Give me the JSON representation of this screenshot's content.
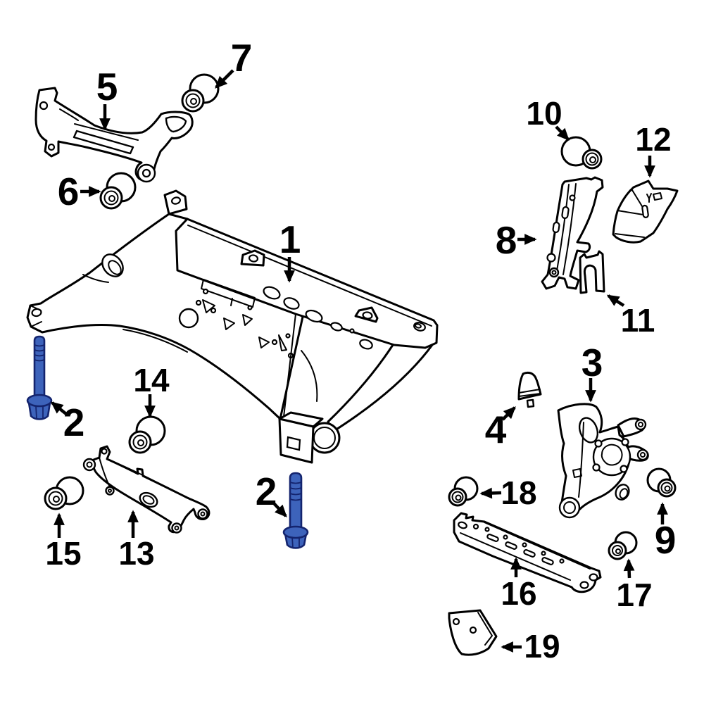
{
  "diagram": {
    "type": "exploded-parts-diagram",
    "subject": "Rear suspension exploded parts view",
    "background_color": "#ffffff",
    "line_color": "#000000",
    "highlight_color": "#3d63bb",
    "highlight_outline_color": "#14246e",
    "callouts": [
      {
        "label": "5",
        "part": "upper-control-arm"
      },
      {
        "label": "7",
        "part": "upper-arm-bushing-inner"
      },
      {
        "label": "6",
        "part": "upper-arm-bushing-outer"
      },
      {
        "label": "1",
        "part": "rear-suspension-crossmember"
      },
      {
        "label": "2",
        "part": "crossmember-mount-bolt-left"
      },
      {
        "label": "14",
        "part": "lower-arm-bushing"
      },
      {
        "label": "15",
        "part": "lower-arm-bushing-outer"
      },
      {
        "label": "13",
        "part": "lower-control-arm"
      },
      {
        "label": "2",
        "part": "crossmember-mount-bolt-center"
      },
      {
        "label": "10",
        "part": "trailing-arm-bushing"
      },
      {
        "label": "12",
        "part": "knuckle-shield"
      },
      {
        "label": "8",
        "part": "trailing-arm-bracket"
      },
      {
        "label": "11",
        "part": "retainer-clip"
      },
      {
        "label": "3",
        "part": "rear-knuckle"
      },
      {
        "label": "4",
        "part": "bump-stop"
      },
      {
        "label": "18",
        "part": "support-bushing-inner"
      },
      {
        "label": "9",
        "part": "knuckle-bushing"
      },
      {
        "label": "16",
        "part": "suspension-support-rail"
      },
      {
        "label": "17",
        "part": "support-bushing-outer"
      },
      {
        "label": "19",
        "part": "heat-shield"
      }
    ]
  }
}
